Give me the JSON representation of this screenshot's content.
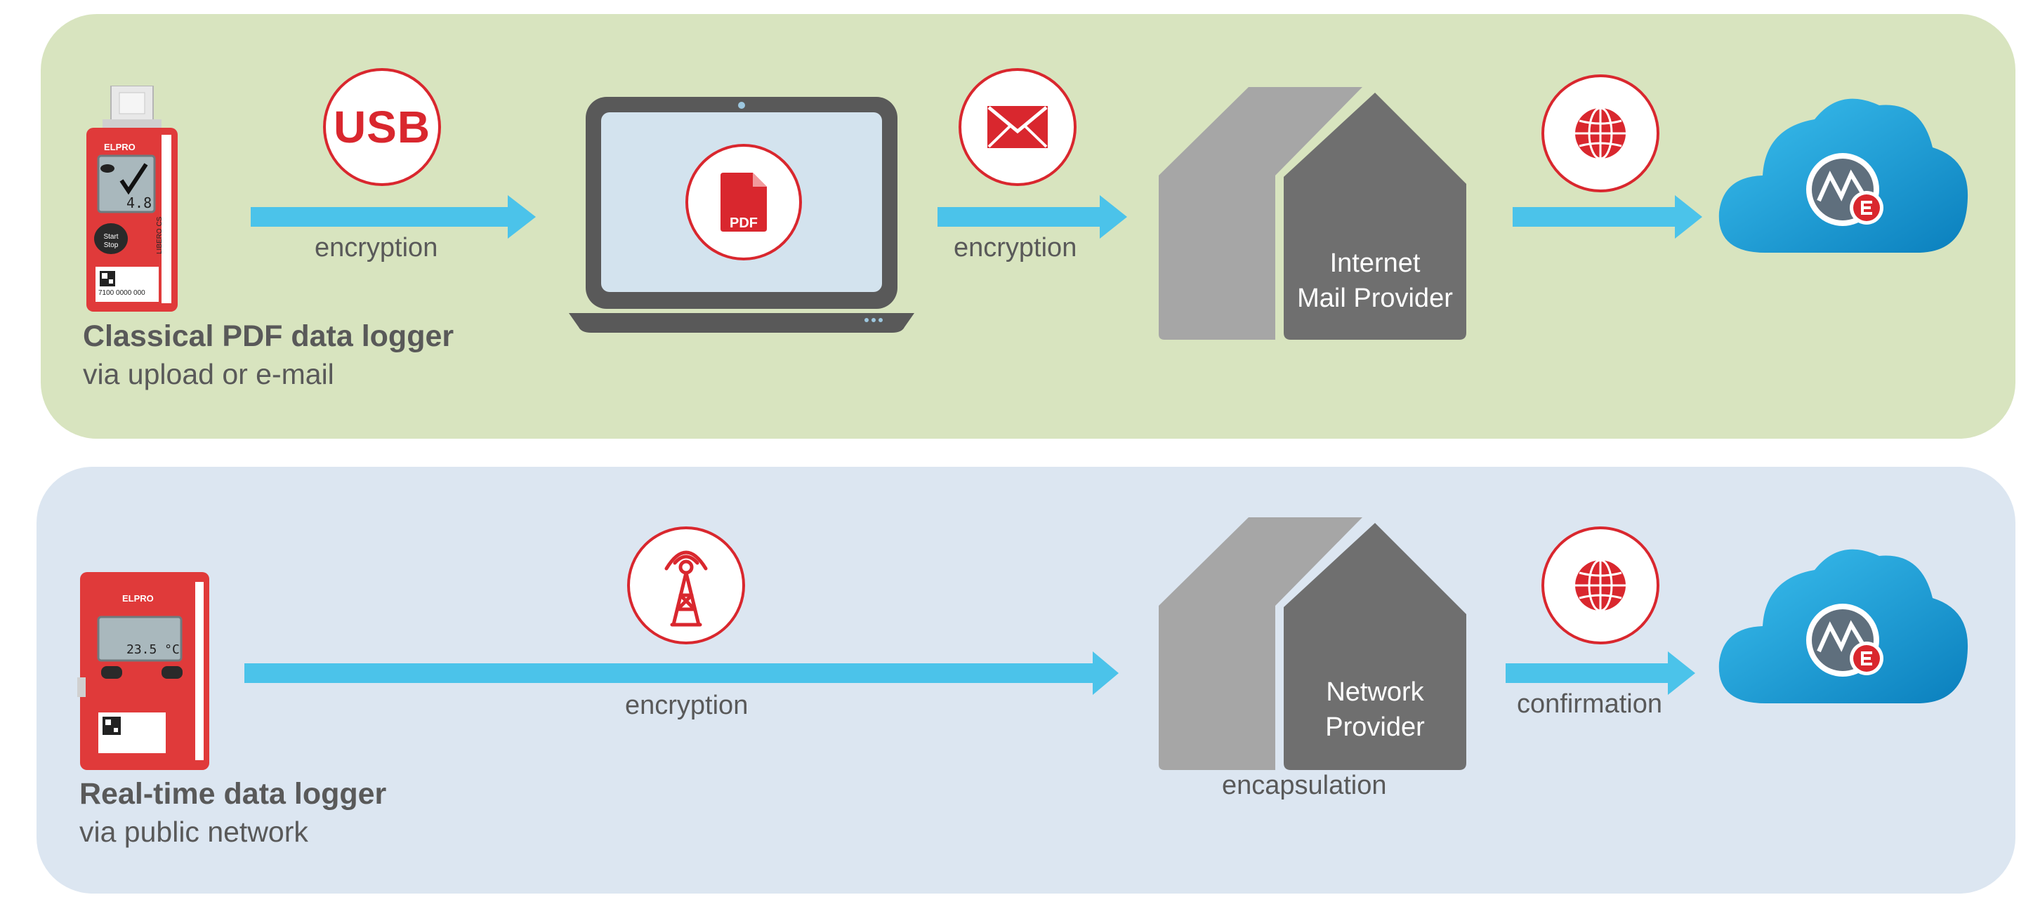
{
  "top_flow": {
    "device_title": "Classical PDF data logger",
    "device_subtitle": "via upload or e-mail",
    "device_brand": "ELPRO",
    "device_model": "LIBERO CS",
    "device_display_value": "4.8",
    "device_button_label": "Start Stop",
    "device_serial": "7100 0000 000",
    "usb_label": "USB",
    "arrow1_label": "encryption",
    "pdf_label": "PDF",
    "arrow2_label": "encryption",
    "provider_label_line1": "Internet",
    "provider_label_line2": "Mail Provider"
  },
  "bottom_flow": {
    "device_title": "Real-time data logger",
    "device_subtitle": "via public network",
    "device_brand": "ELPRO",
    "device_display_value": "23.5 °C",
    "arrow1_label": "encryption",
    "provider_label_line1": "Network",
    "provider_label_line2": "Provider",
    "provider_caption": "encapsulation",
    "arrow2_label": "confirmation"
  },
  "colors": {
    "panel_top": "#d8e4bf",
    "panel_bottom": "#dce6f1",
    "arrow": "#4bc3ea",
    "accent_red": "#d9272e",
    "house_light": "#a6a6a6",
    "house_dark": "#6f6f6f",
    "cloud": "#1a9bd3",
    "text": "#595959"
  },
  "icons": {
    "usb": "usb-badge-icon",
    "pdf": "pdf-document-icon",
    "mail": "envelope-icon",
    "web": "globe-icon",
    "radio": "radio-tower-icon",
    "cloud": "cloud-service-icon"
  }
}
